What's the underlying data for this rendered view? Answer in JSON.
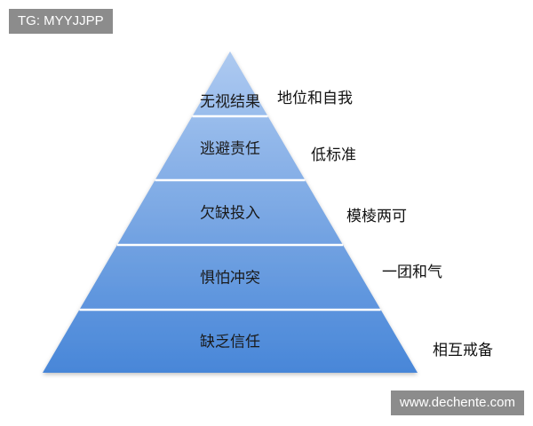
{
  "watermarks": {
    "top": "TG: MYYJJPP",
    "bottom": "www.dechente.com"
  },
  "pyramid": {
    "tiers": [
      {
        "label": "无视结果",
        "note": "地位和自我"
      },
      {
        "label": "逃避责任",
        "note": "低标准"
      },
      {
        "label": "欠缺投入",
        "note": "模棱两可"
      },
      {
        "label": "惧怕冲突",
        "note": "一团和气"
      },
      {
        "label": "缺乏信任",
        "note": "相互戒备"
      }
    ],
    "colors": {
      "top": "#a9c7f0",
      "bottom": "#3d7fd6",
      "separator": "#ffffff"
    }
  }
}
